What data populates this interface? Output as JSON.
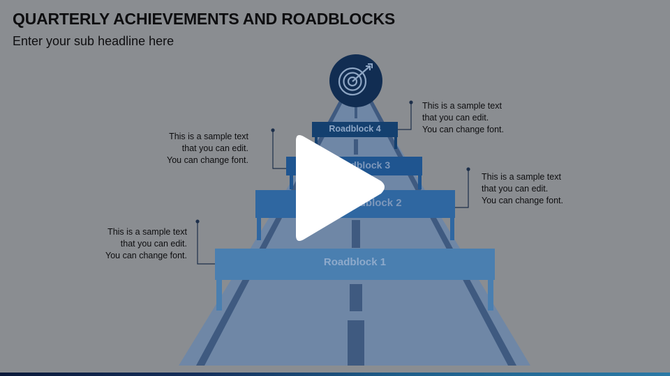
{
  "slide": {
    "title": "QUARTERLY ACHIEVEMENTS AND ROADBLOCKS",
    "subtitle": "Enter your sub headline here"
  },
  "roadblocks": [
    {
      "label": "Roadblock 1"
    },
    {
      "label": "Roadblock 2"
    },
    {
      "label": "Roadblock 3"
    },
    {
      "label": "Roadblock 4"
    }
  ],
  "notes": [
    {
      "lines": [
        "This is a sample text",
        "that you can edit.",
        "You can change font."
      ]
    },
    {
      "lines": [
        "This is a sample text",
        "that you can edit.",
        "You can change font."
      ]
    },
    {
      "lines": [
        "This is a sample text",
        "that you can edit.",
        "You can change font."
      ]
    },
    {
      "lines": [
        "This is a sample text",
        "that you can edit.",
        "You can change font."
      ]
    }
  ],
  "icons": {
    "goal": "target-icon",
    "video": "play-icon"
  },
  "colors": {
    "overlay_background": "#8a8d91",
    "road": "#6f87a6",
    "roadblock_1": "#4a7fb0",
    "roadblock_2": "#2f67a1",
    "roadblock_3": "#1f5590",
    "roadblock_4": "#14406f",
    "target_circle": "#112d52"
  }
}
